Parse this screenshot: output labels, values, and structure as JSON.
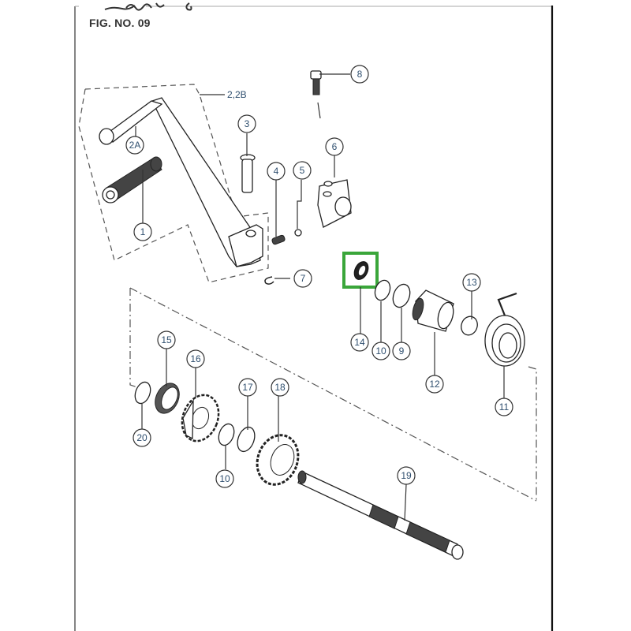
{
  "page": {
    "header_script_fragment": "Sport",
    "figure_label": "FIG. NO. 09"
  },
  "highlight": {
    "color": "#3aa63a",
    "target_callout": "14"
  },
  "group_label": "2,2B",
  "callouts": [
    {
      "id": "1",
      "label": "1"
    },
    {
      "id": "2A",
      "label": "2A"
    },
    {
      "id": "3",
      "label": "3"
    },
    {
      "id": "4",
      "label": "4"
    },
    {
      "id": "5",
      "label": "5"
    },
    {
      "id": "6",
      "label": "6"
    },
    {
      "id": "7",
      "label": "7"
    },
    {
      "id": "8",
      "label": "8"
    },
    {
      "id": "9",
      "label": "9"
    },
    {
      "id": "10a",
      "label": "10"
    },
    {
      "id": "11",
      "label": "11"
    },
    {
      "id": "12",
      "label": "12"
    },
    {
      "id": "13",
      "label": "13"
    },
    {
      "id": "14",
      "label": "14"
    },
    {
      "id": "15",
      "label": "15"
    },
    {
      "id": "16",
      "label": "16"
    },
    {
      "id": "17",
      "label": "17"
    },
    {
      "id": "18",
      "label": "18"
    },
    {
      "id": "19",
      "label": "19"
    },
    {
      "id": "20",
      "label": "20"
    },
    {
      "id": "10b",
      "label": "10"
    }
  ]
}
